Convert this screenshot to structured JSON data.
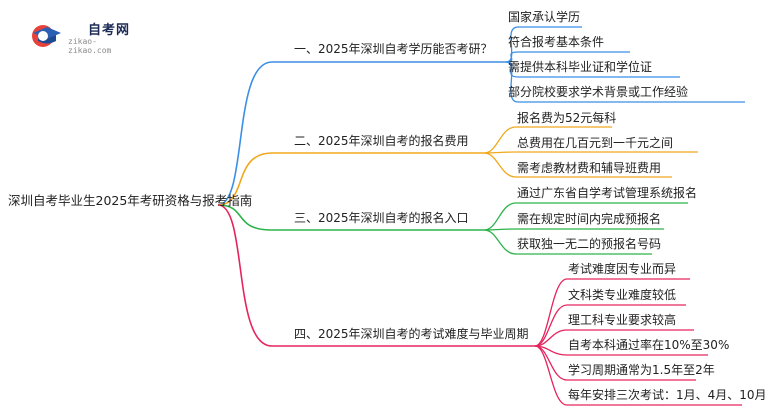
{
  "logo": {
    "title": "自考网",
    "subtitle": "zikao-zikao.com"
  },
  "mindmap": {
    "root": "深圳自考毕业生2025年考研资格与报考指南",
    "branches": [
      {
        "label": "一、2025年深圳自考学历能否考研？",
        "color": "#3b8ee6",
        "children": [
          "国家承认学历",
          "符合报考基本条件",
          "需提供本科毕业证和学位证",
          "部分院校要求学术背景或工作经验"
        ]
      },
      {
        "label": "二、2025年深圳自考的报名费用",
        "color": "#f0a81c",
        "children": [
          "报名费为52元每科",
          "总费用在几百元到一千元之间",
          "需考虑教材费和辅导班费用"
        ]
      },
      {
        "label": "三、2025年深圳自考的报名入口",
        "color": "#2cb34a",
        "children": [
          "通过广东省自学考试管理系统报名",
          "需在规定时间内完成预报名",
          "获取独一无二的预报名号码"
        ]
      },
      {
        "label": "四、2025年深圳自考的考试难度与毕业周期",
        "color": "#e6245e",
        "children": [
          "考试难度因专业而异",
          "文科类专业难度较低",
          "理工科专业要求较高",
          "自考本科通过率在10%至30%",
          "学习周期通常为1.5年至2年",
          "每年安排三次考试：1月、4月、10月"
        ]
      }
    ]
  }
}
